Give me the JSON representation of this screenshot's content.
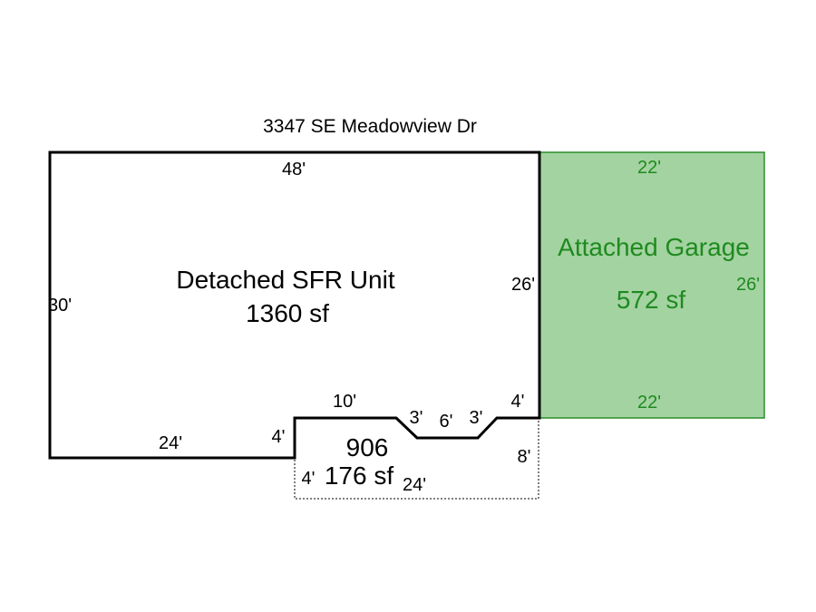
{
  "address": "3347 SE Meadowview Dr",
  "colors": {
    "outline": "#000000",
    "garage_fill": "#a3d3a1",
    "garage_stroke": "#2c8e2c",
    "garage_text": "#1f8a1f",
    "background": "#ffffff"
  },
  "house": {
    "name": "Detached SFR Unit",
    "area": "1360 sf",
    "dim_top": "48'",
    "dim_left": "30'",
    "dim_right": "26'",
    "dim_bottom_left": "24'",
    "dim_step_up": "4'",
    "dim_bottom_mid": "10'",
    "dim_slope_left": "3'",
    "dim_notch_bottom": "6'",
    "dim_slope_right": "3'",
    "dim_bottom_right": "4'"
  },
  "garage": {
    "name": "Attached Garage",
    "area": "572 sf",
    "dim_top": "22'",
    "dim_right": "26'",
    "dim_bottom": "22'"
  },
  "addition": {
    "id": "906",
    "area": "176 sf",
    "dim_left": "4'",
    "dim_bottom": "24'",
    "dim_right": "8'"
  }
}
